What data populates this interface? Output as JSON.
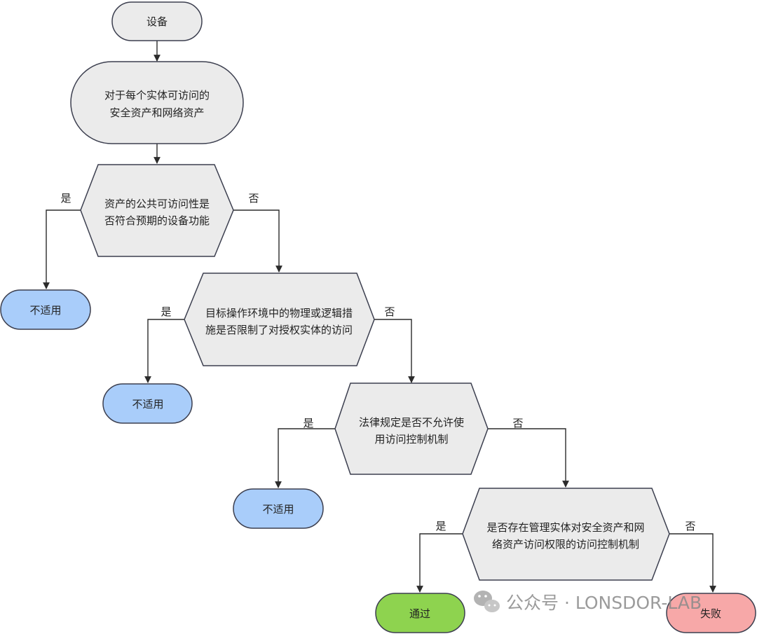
{
  "diagram": {
    "nodes": {
      "start": "设备",
      "loop": [
        "对于每个实体可访问的",
        "安全资产和网络资产"
      ],
      "q1": [
        "资产的公共可访问性是",
        "否符合预期的设备功能"
      ],
      "q2": [
        "目标操作环境中的物理或逻辑措",
        "施是否限制了对授权实体的访问"
      ],
      "q3": [
        "法律规定是否不允许使",
        "用访问控制机制"
      ],
      "q4": [
        "是否存在管理实体对安全资产和网",
        "络资产访问权限的访问控制机制"
      ],
      "na1": "不适用",
      "na2": "不适用",
      "na3": "不适用",
      "pass": "通过",
      "fail": "失败"
    },
    "labels": {
      "yes": "是",
      "no": "否"
    }
  },
  "watermark": {
    "text": "公众号 · LONSDOR-LAB",
    "icon": "wechat-icon"
  },
  "colors": {
    "gray_fill": "#ebebeb",
    "stroke": "#3c3f4f",
    "blue_fill": "#a9cdfa",
    "green_fill": "#8ed34f",
    "red_fill": "#f7a8a8",
    "line": "#2b2b2b"
  }
}
